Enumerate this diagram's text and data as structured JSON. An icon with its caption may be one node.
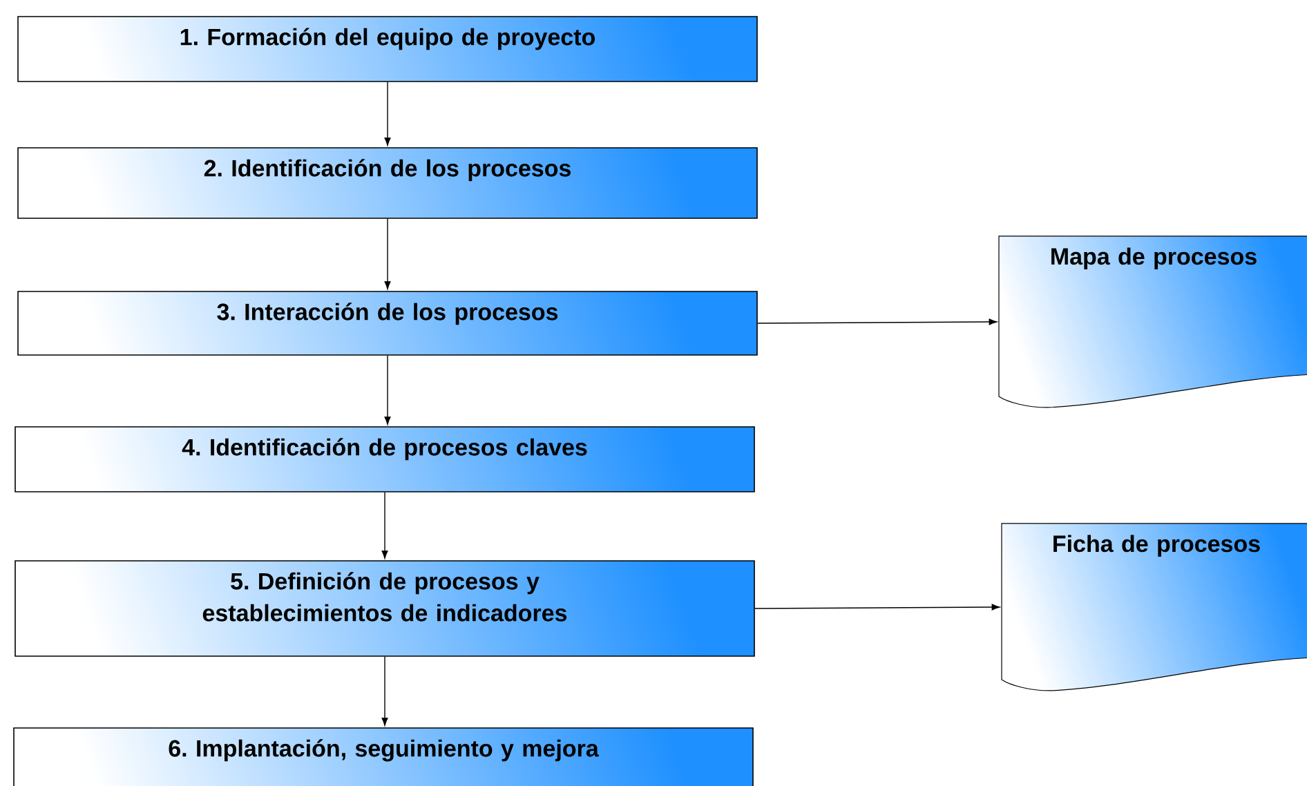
{
  "diagram": {
    "nodes": [
      {
        "text": [
          "1. Formación del equipo de proyecto"
        ]
      },
      {
        "text": [
          "2. Identificación de los procesos"
        ]
      },
      {
        "text": [
          "3. Interacción de los procesos"
        ]
      },
      {
        "text": [
          "4. Identificación de procesos claves"
        ]
      },
      {
        "text": [
          "5. Definición de procesos y establecimientos de indicadores"
        ]
      },
      {
        "text": [
          "6. Implantación, seguimiento y mejora"
        ]
      },
      {
        "text": [
          "Mapa de procesos"
        ]
      },
      {
        "text": [
          "Ficha de procesos"
        ]
      }
    ],
    "edges": [
      {
        "from": 0,
        "to": 1,
        "arrow": "to"
      },
      {
        "from": 1,
        "to": 2,
        "arrow": "to"
      },
      {
        "from": 2,
        "to": 3,
        "arrow": "to"
      },
      {
        "from": 3,
        "to": 4,
        "arrow": "to"
      },
      {
        "from": 4,
        "to": 5,
        "arrow": "to"
      },
      {
        "from": 2,
        "to": 6,
        "arrow": "to"
      },
      {
        "from": 4,
        "to": 7,
        "arrow": "to"
      }
    ]
  }
}
